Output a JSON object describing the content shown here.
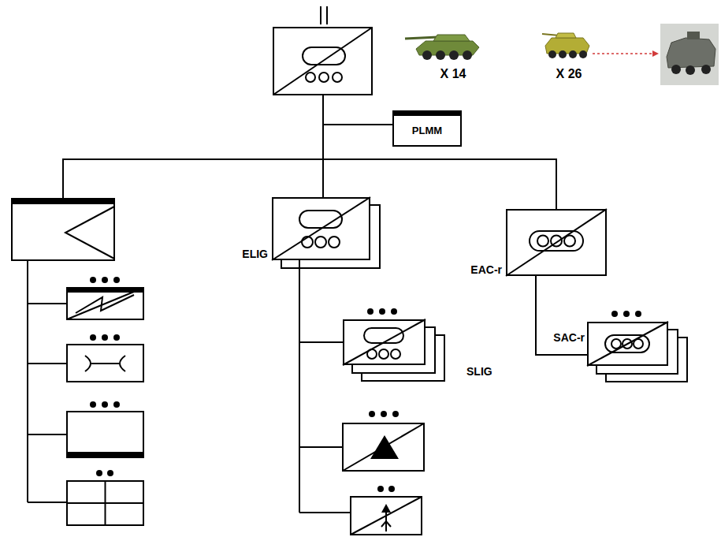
{
  "diagram": {
    "nodes": [
      {
        "text": [
          "PLMM"
        ]
      },
      {
        "text": [
          "ELIG"
        ]
      },
      {
        "text": [
          "EAC-r"
        ]
      },
      {
        "text": [
          "SLIG"
        ]
      },
      {
        "text": [
          "SAC-r"
        ]
      }
    ],
    "edges": [
      {
        "from": 1,
        "to": 3,
        "arrow": "none"
      },
      {
        "from": 2,
        "to": 4,
        "arrow": "none"
      }
    ],
    "labels": [
      "X 14",
      "X 26"
    ]
  }
}
